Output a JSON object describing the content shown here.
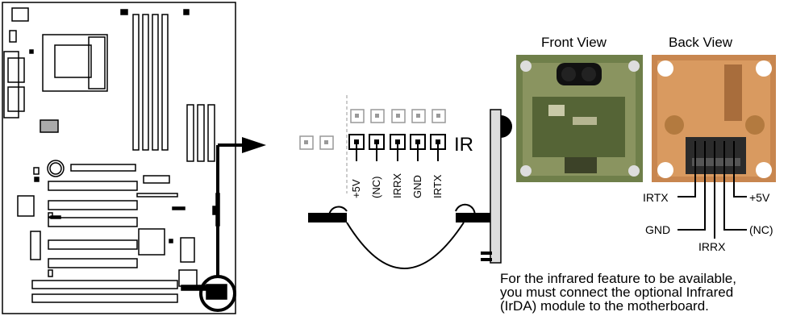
{
  "views": {
    "front": "Front View",
    "back": "Back View"
  },
  "connector": {
    "name": "IR",
    "pins": [
      "+5V",
      "(NC)",
      "IRRX",
      "GND",
      "IRTX"
    ]
  },
  "back_labels": {
    "irtx": "IRTX",
    "gnd": "GND",
    "irrx": "IRRX",
    "plus5v": "+5V",
    "nc": "(NC)"
  },
  "caption": {
    "line1": "For the infrared feature to be available,",
    "line2": "you must connect the optional Infrared",
    "line3": "(IrDA) module to the motherboard."
  },
  "colors": {
    "line": "#000000",
    "pcb": "#7a8a5a",
    "pcb_back": "#d2955a",
    "muted_pin": "#999999"
  }
}
